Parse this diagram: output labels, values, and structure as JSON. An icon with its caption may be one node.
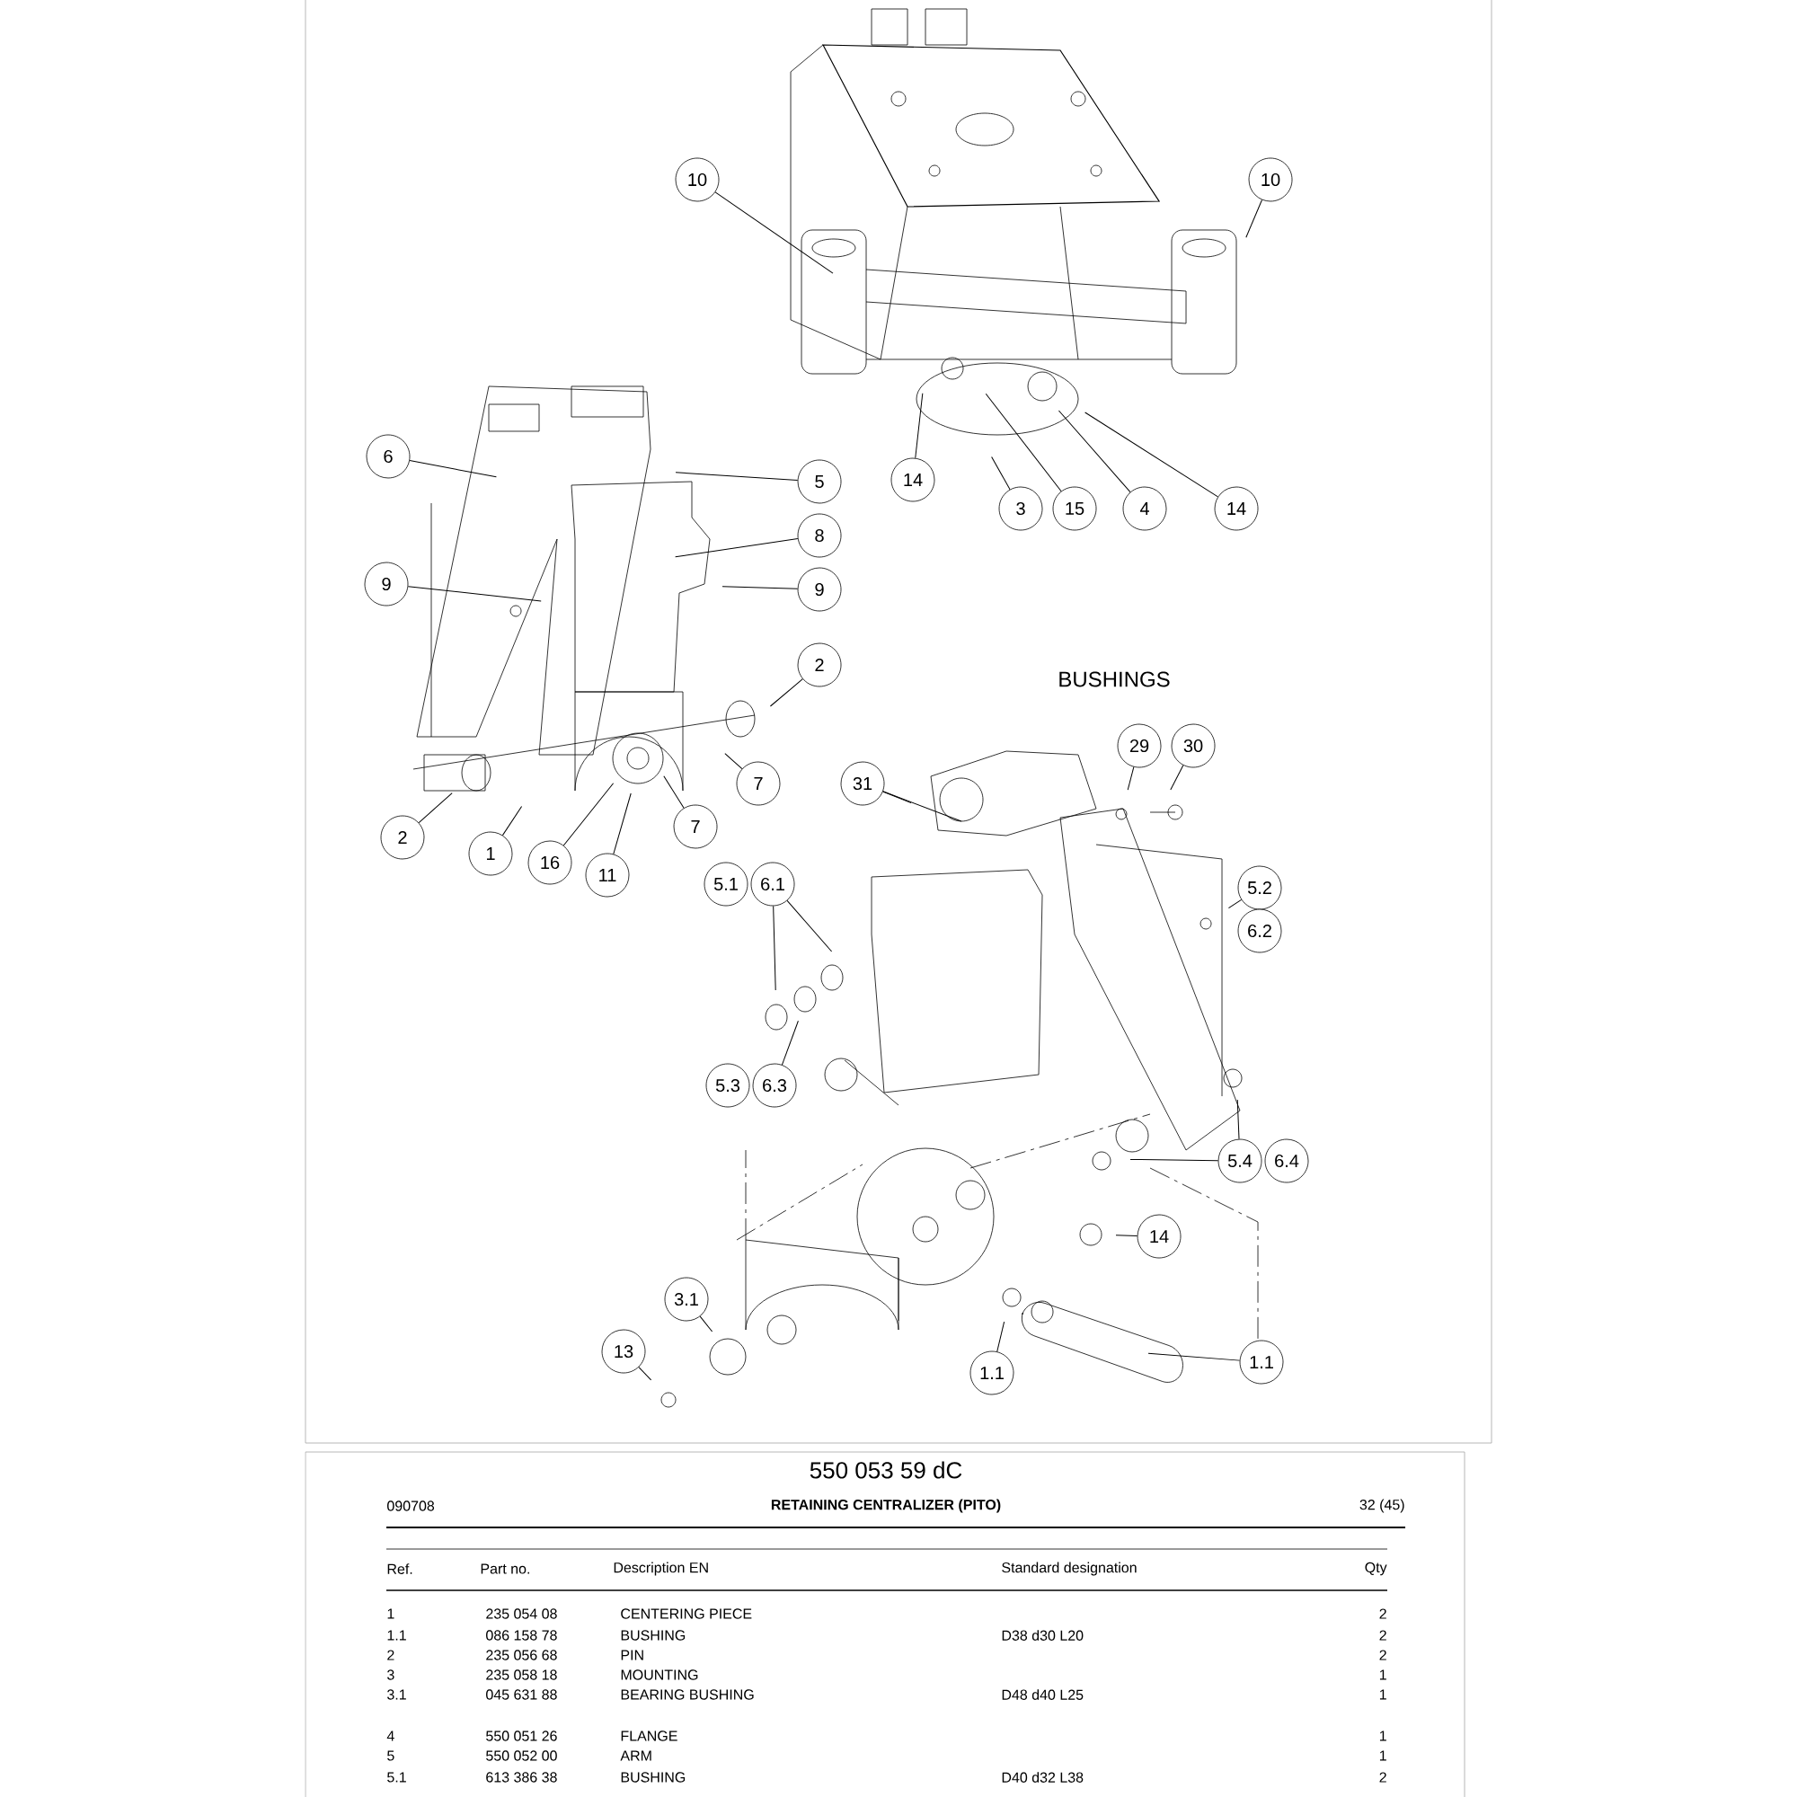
{
  "diagram": {
    "nodes": [
      {
        "text": [
          "10"
        ]
      },
      {
        "text": [
          "10"
        ]
      },
      {
        "text": [
          "14"
        ]
      },
      {
        "text": [
          "3"
        ]
      },
      {
        "text": [
          "15"
        ]
      },
      {
        "text": [
          "4"
        ]
      },
      {
        "text": [
          "14"
        ]
      },
      {
        "text": [
          "6"
        ]
      },
      {
        "text": [
          "5"
        ]
      },
      {
        "text": [
          "8"
        ]
      },
      {
        "text": [
          "9"
        ]
      },
      {
        "text": [
          "9"
        ]
      },
      {
        "text": [
          "2"
        ]
      },
      {
        "text": [
          "7"
        ]
      },
      {
        "text": [
          "2"
        ]
      },
      {
        "text": [
          "1"
        ]
      },
      {
        "text": [
          "16"
        ]
      },
      {
        "text": [
          "11"
        ]
      },
      {
        "text": [
          "7"
        ]
      },
      {
        "text": [
          "31"
        ]
      },
      {
        "text": [
          "29"
        ]
      },
      {
        "text": [
          "30"
        ]
      },
      {
        "text": [
          "5.1"
        ]
      },
      {
        "text": [
          "6.1"
        ]
      },
      {
        "text": [
          "5.2"
        ]
      },
      {
        "text": [
          "6.2"
        ]
      },
      {
        "text": [
          "5.3"
        ]
      },
      {
        "text": [
          "6.3"
        ]
      },
      {
        "text": [
          "5.4"
        ]
      },
      {
        "text": [
          "6.4"
        ]
      },
      {
        "text": [
          "14"
        ]
      },
      {
        "text": [
          "3.1"
        ]
      },
      {
        "text": [
          "13"
        ]
      },
      {
        "text": [
          "1.1"
        ]
      },
      {
        "text": [
          "1.1"
        ]
      }
    ],
    "edges": [
      {
        "from": 0,
        "to": null,
        "arrow": "none"
      },
      {
        "from": 1,
        "to": null,
        "arrow": "none"
      },
      {
        "from": 2,
        "to": null,
        "arrow": "none"
      },
      {
        "from": 3,
        "to": null,
        "arrow": "none"
      },
      {
        "from": 4,
        "to": null,
        "arrow": "none"
      },
      {
        "from": 5,
        "to": null,
        "arrow": "none"
      },
      {
        "from": 6,
        "to": null,
        "arrow": "none"
      },
      {
        "from": 7,
        "to": null,
        "arrow": "none"
      },
      {
        "from": 8,
        "to": null,
        "arrow": "none"
      },
      {
        "from": 9,
        "to": null,
        "arrow": "none"
      },
      {
        "from": 10,
        "to": null,
        "arrow": "none"
      },
      {
        "from": 11,
        "to": null,
        "arrow": "none"
      },
      {
        "from": 12,
        "to": null,
        "arrow": "none"
      },
      {
        "from": 13,
        "to": null,
        "arrow": "none"
      },
      {
        "from": 14,
        "to": null,
        "arrow": "none"
      },
      {
        "from": 15,
        "to": null,
        "arrow": "none"
      },
      {
        "from": 16,
        "to": null,
        "arrow": "none"
      },
      {
        "from": 17,
        "to": null,
        "arrow": "none"
      },
      {
        "from": 18,
        "to": null,
        "arrow": "none"
      },
      {
        "from": 19,
        "to": null,
        "arrow": "none"
      },
      {
        "from": 19,
        "to": null,
        "arrow": "none"
      },
      {
        "from": 20,
        "to": null,
        "arrow": "none"
      },
      {
        "from": 21,
        "to": null,
        "arrow": "none"
      },
      {
        "from": 23,
        "to": null,
        "arrow": "none"
      },
      {
        "from": 23,
        "to": null,
        "arrow": "none"
      },
      {
        "from": 24,
        "to": null,
        "arrow": "none"
      },
      {
        "from": 27,
        "to": null,
        "arrow": "none"
      },
      {
        "from": 28,
        "to": null,
        "arrow": "none"
      },
      {
        "from": 28,
        "to": null,
        "arrow": "none"
      },
      {
        "from": 30,
        "to": null,
        "arrow": "none"
      },
      {
        "from": 31,
        "to": null,
        "arrow": "none"
      },
      {
        "from": 32,
        "to": null,
        "arrow": "none"
      },
      {
        "from": 33,
        "to": null,
        "arrow": "none"
      },
      {
        "from": 34,
        "to": null,
        "arrow": "none"
      }
    ],
    "labels": [
      "BUSHINGS",
      "550 053 59 dC",
      "090708",
      "RETAINING CENTRALIZER (PITO)",
      "32 (45)",
      "Ref.",
      "Part no.",
      "Description EN",
      "Standard designation",
      "Qty",
      "1",
      "235 054 08",
      "CENTERING PIECE",
      "2",
      "1.1",
      "086 158 78",
      "BUSHING",
      "D38 d30 L20",
      "2",
      "2",
      "235 056 68",
      "PIN",
      "2",
      "3",
      "235 058 18",
      "MOUNTING",
      "1",
      "3.1",
      "045 631 88",
      "BEARING BUSHING",
      "D48 d40 L25",
      "1",
      "4",
      "550 051 26",
      "FLANGE",
      "1",
      "5",
      "550 052 00",
      "ARM",
      "1",
      "5.1",
      "613 386 38",
      "BUSHING",
      "D40 d32 L38",
      "2"
    ]
  }
}
